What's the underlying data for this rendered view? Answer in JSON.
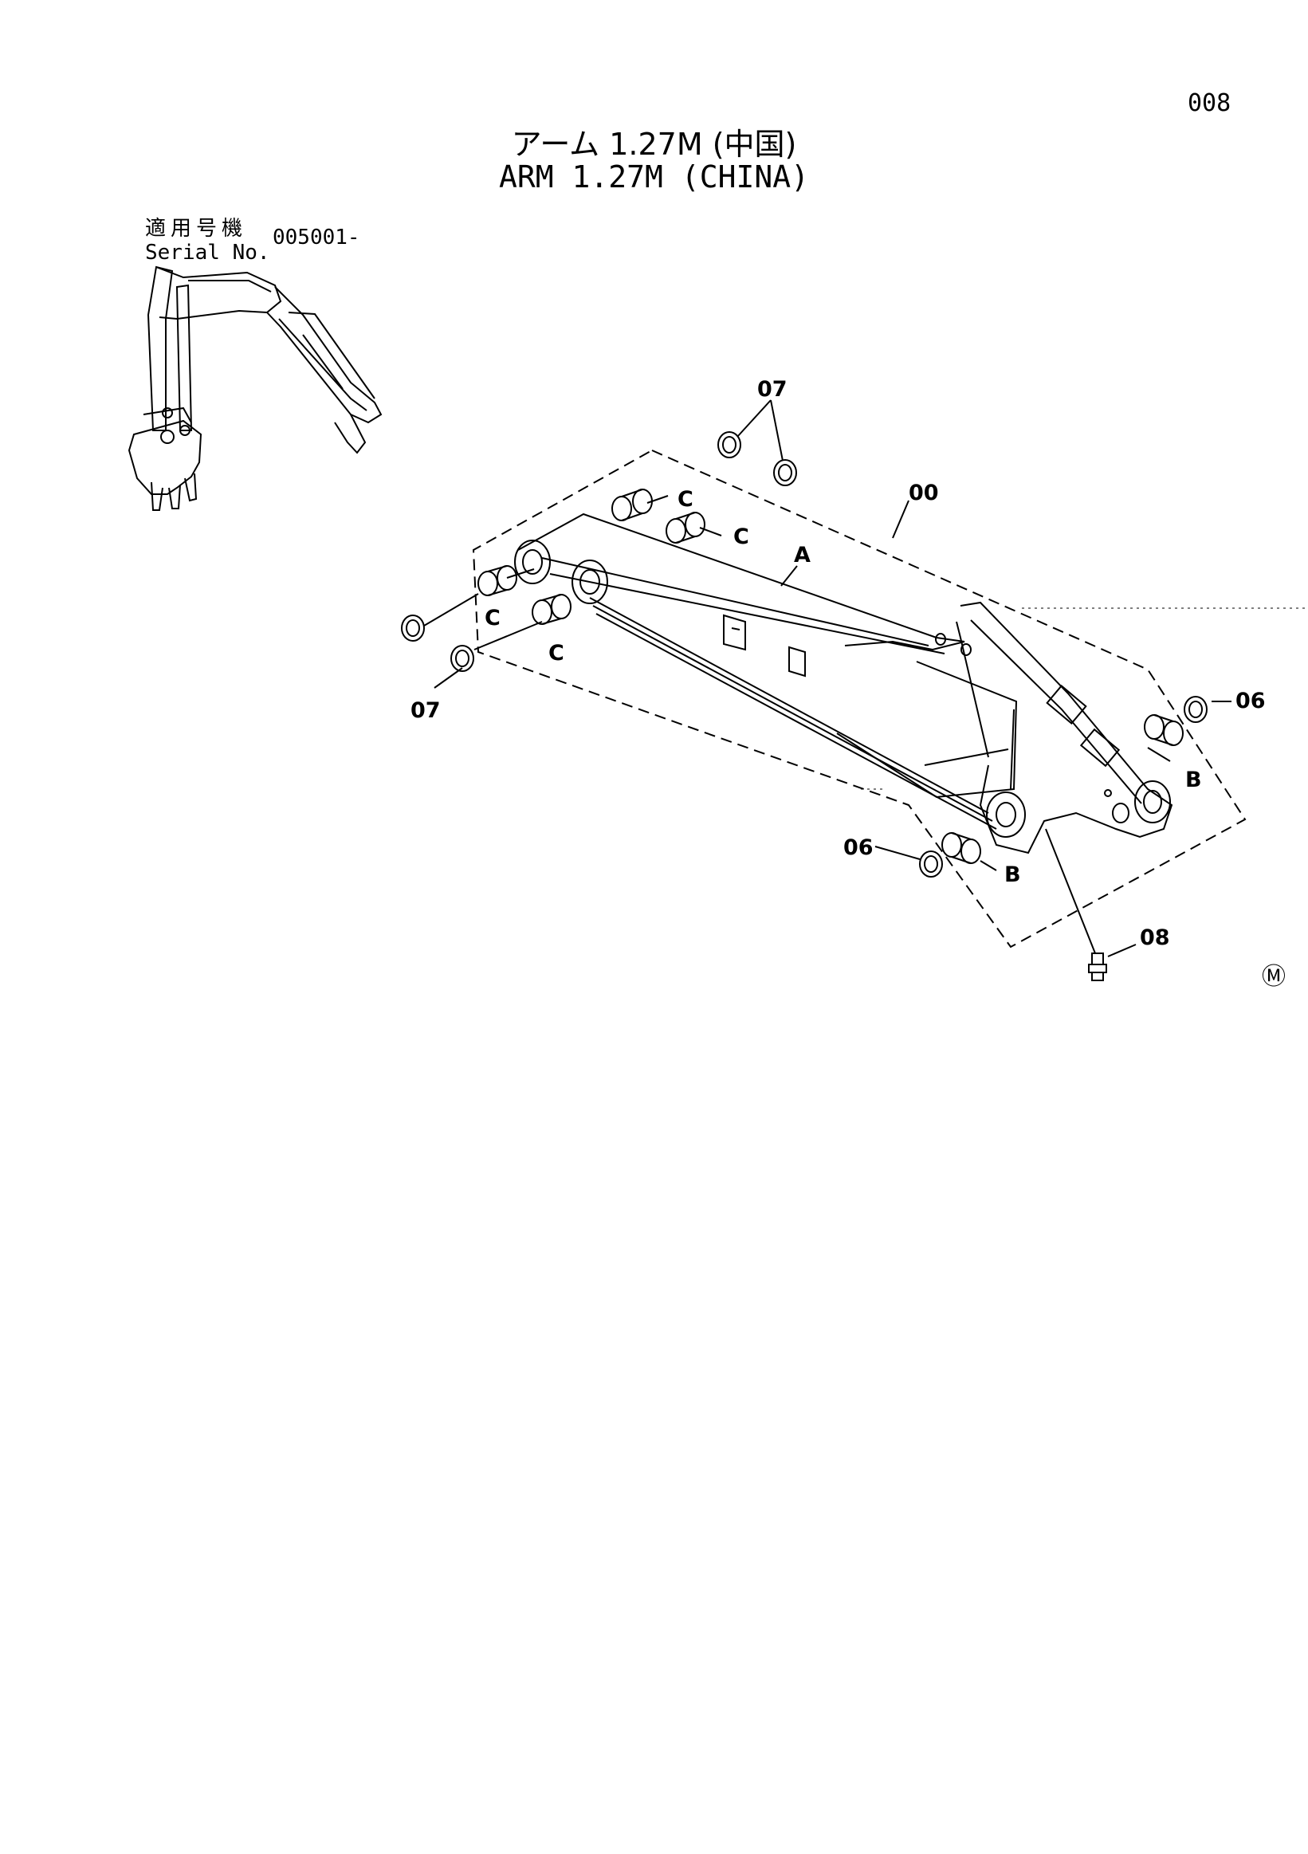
{
  "page_number": "008",
  "title_jp": "アーム 1.27M (中国)",
  "title_en": "ARM 1.27M (CHINA)",
  "serial": {
    "label_jp": "適用号機",
    "label_en": "Serial No.",
    "value": "005001-"
  },
  "callouts": {
    "assembly": "00",
    "part_06": "06",
    "part_07": "07",
    "part_08": "08",
    "sub_a": "A",
    "sub_b": "B",
    "sub_c": "C"
  },
  "manufacturer_mark": "Ⓜ"
}
